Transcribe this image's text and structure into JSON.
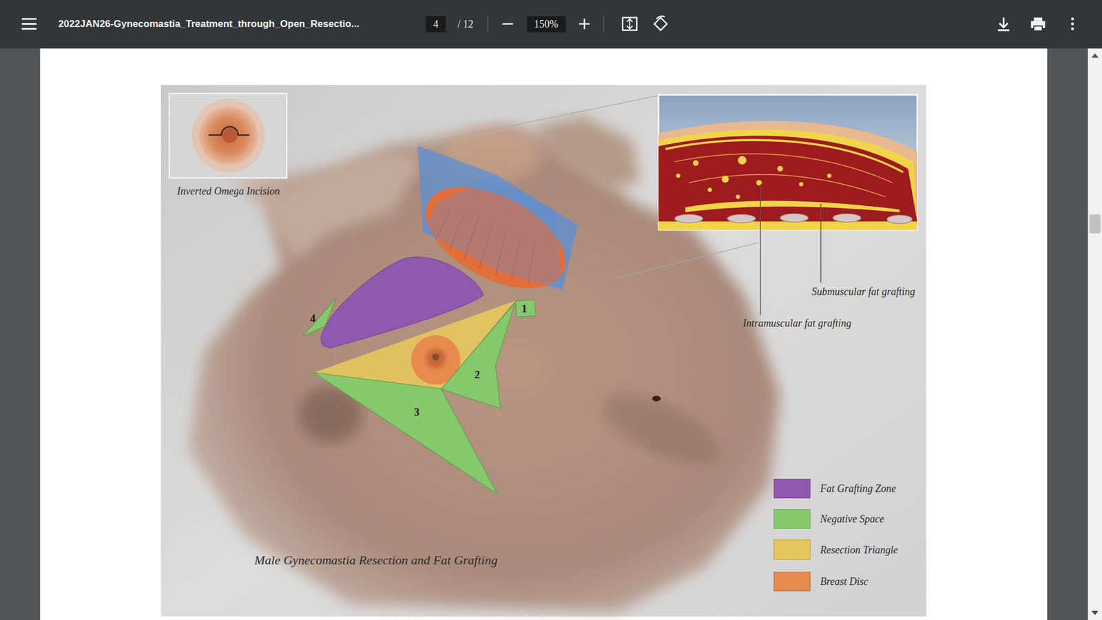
{
  "diagram": {
    "title": "2022JAN26-Gynecomastia_Treatment_through_Open_Resectio...",
    "caption": "Male Gynecomastia Resection and Fat Grafting",
    "nodes": [
      {
        "text": [
          "Inverted Omega Incision"
        ]
      },
      {
        "text": [
          "1"
        ]
      },
      {
        "text": [
          "2"
        ]
      },
      {
        "text": [
          "3"
        ]
      },
      {
        "text": [
          "4"
        ]
      }
    ],
    "labels": [
      "4",
      "/ 12",
      "150%",
      "Submuscular fat grafting",
      "Intramuscular fat grafting"
    ],
    "legend": [
      {
        "text": "Fat Grafting Zone",
        "color": "#9158b0"
      },
      {
        "text": "Negative Space",
        "color": "#86c96d"
      },
      {
        "text": "Resection Triangle",
        "color": "#e5c65c"
      },
      {
        "text": "Breast Disc",
        "color": "#e68a4d"
      }
    ]
  }
}
